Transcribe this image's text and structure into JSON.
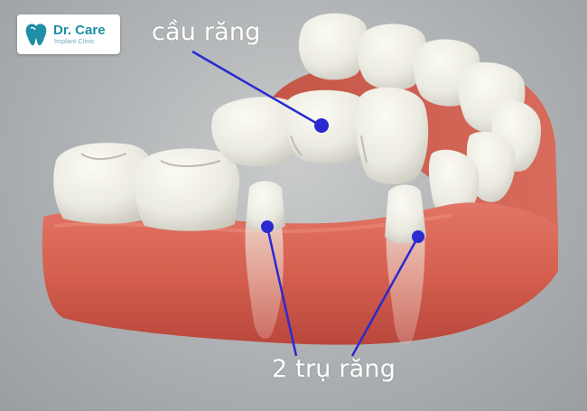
{
  "logo": {
    "name": "Dr. Care",
    "tagline": "Implant Clinic",
    "color": "#1f8ea6"
  },
  "labels": {
    "bridge": "cầu răng",
    "abutments": "2 trụ răng"
  },
  "colors": {
    "pointer": "#2a2ad0",
    "gum": "#d9685c",
    "tooth": "#f1efe6"
  }
}
